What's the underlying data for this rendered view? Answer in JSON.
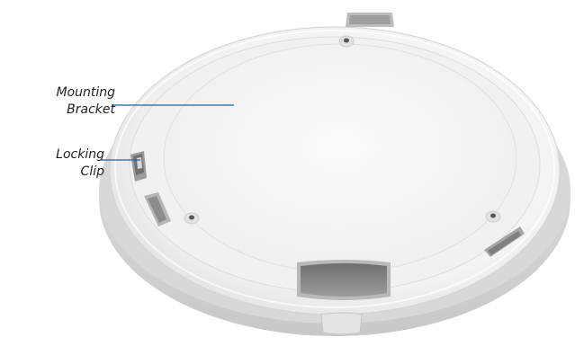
{
  "callouts": {
    "mounting_bracket": {
      "line1": "Mounting",
      "line2": "Bracket"
    },
    "locking_clip": {
      "line1": "Locking",
      "line2": "Clip"
    }
  },
  "colors": {
    "callout_line": "#1f5fa3",
    "label_text": "#231f20",
    "bracket_body": "#f2f2f2",
    "bracket_face": "#ececec",
    "bracket_shadow": "#c9c9c9"
  }
}
